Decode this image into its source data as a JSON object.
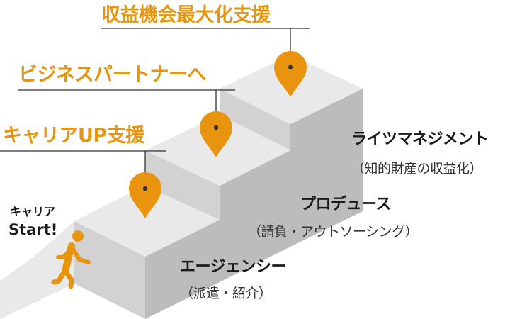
{
  "colors": {
    "accent": "#e8940f",
    "step_top": "#e9e9e9",
    "step_front": "#d2d2d2",
    "step_side": "#bcbcbc",
    "leader_line": "#333333"
  },
  "goals": [
    {
      "label": "キャリアUP支援"
    },
    {
      "label": "ビジネスパートナーへ"
    },
    {
      "label": "収益機会最大化支援"
    }
  ],
  "steps": [
    {
      "title": "エージェンシー",
      "subtitle": "（派遣・紹介）"
    },
    {
      "title": "プロデュース",
      "subtitle": "（請負・アウトソーシング）"
    },
    {
      "title": "ライツマネジメント",
      "subtitle": "（知的財産の収益化）"
    }
  ],
  "start": {
    "line1": "キャリア",
    "line2": "Start!",
    "icon": "walking-person-icon"
  },
  "marker_icon": "location-pin-icon"
}
